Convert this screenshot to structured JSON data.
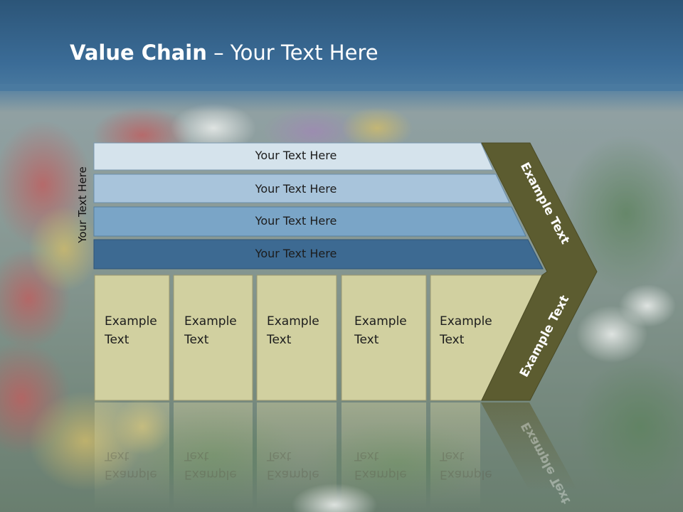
{
  "slide": {
    "title_bold": "Value Chain",
    "title_rest": " – Your Text Here",
    "vertical_label": "Your Text Here"
  },
  "rows": [
    {
      "label": "Your Text Here",
      "color": "#d5e3ec"
    },
    {
      "label": "Your Text Here",
      "color": "#a8c4db"
    },
    {
      "label": "Your Text Here",
      "color": "#7aa5c7"
    },
    {
      "label": "Your Text Here",
      "color": "#3d6a92"
    }
  ],
  "boxes": [
    {
      "line1": "Example",
      "line2": "Text"
    },
    {
      "line1": "Example",
      "line2": "Text"
    },
    {
      "line1": "Example",
      "line2": "Text"
    },
    {
      "line1": "Example",
      "line2": "Text"
    },
    {
      "line1": "Example",
      "line2": "Text"
    }
  ],
  "chevron": {
    "top_label": "Example Text",
    "bottom_label": "Example Text",
    "color": "#5c5c30"
  },
  "colors": {
    "box_fill": "#d1d0a0",
    "header": "#3b6c97"
  }
}
